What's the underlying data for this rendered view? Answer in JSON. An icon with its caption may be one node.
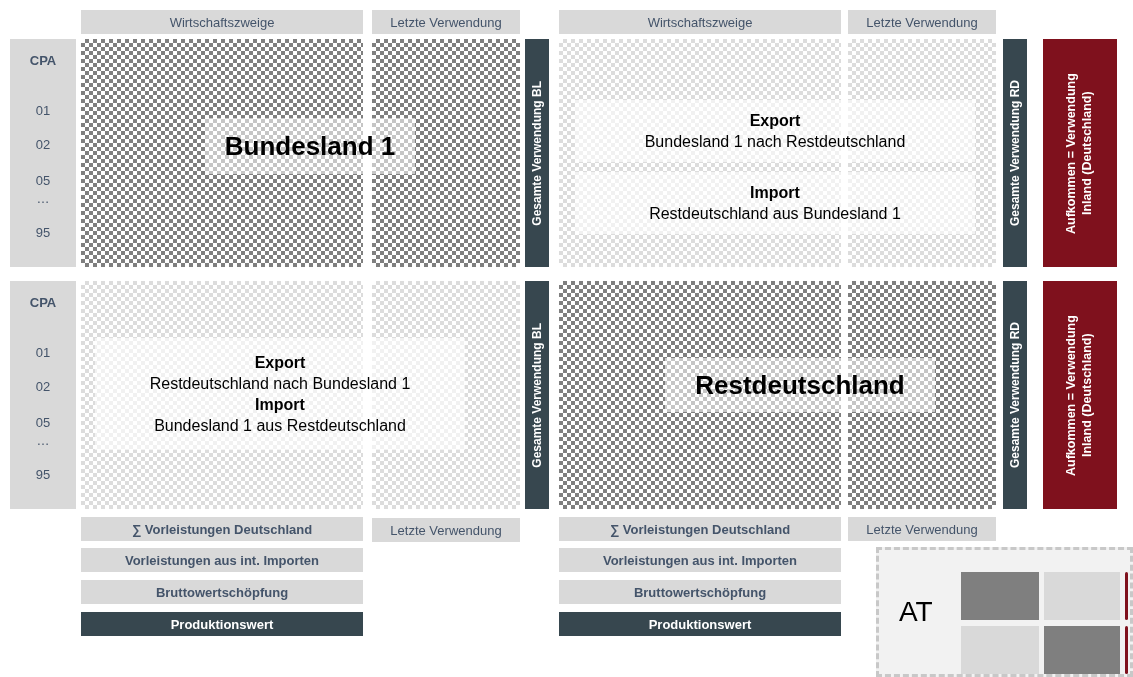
{
  "diagram": {
    "nodes": [
      {
        "text": [
          "Wirtschaftszweige"
        ]
      },
      {
        "text": [
          "Letzte Verwendung"
        ]
      },
      {
        "text": [
          "Wirtschaftszweige"
        ]
      },
      {
        "text": [
          "Letzte Verwendung"
        ]
      },
      {
        "text": [
          "CPA",
          "01",
          "02",
          "05",
          "…",
          "95"
        ]
      },
      {
        "text": [
          "Bundesland 1"
        ]
      },
      {
        "text": [
          "Gesamte Verwendung BL"
        ]
      },
      {
        "text": [
          "Export",
          "Bundesland 1 nach Restdeutschland"
        ]
      },
      {
        "text": [
          "Import",
          "Restdeutschland aus Bundesland 1"
        ]
      },
      {
        "text": [
          "Gesamte Verwendung RD"
        ]
      },
      {
        "text": [
          "Aufkommen = Verwendung Inland (Deutschland)"
        ]
      },
      {
        "text": [
          "CPA",
          "01",
          "02",
          "05",
          "…",
          "95"
        ]
      },
      {
        "text": [
          "Export",
          "Restdeutschland nach Bundesland 1",
          "Import",
          "Bundesland 1 aus Restdeutschland"
        ]
      },
      {
        "text": [
          "Gesamte Verwendung BL"
        ]
      },
      {
        "text": [
          "Restdeutschland"
        ]
      },
      {
        "text": [
          "Gesamte Verwendung RD"
        ]
      },
      {
        "text": [
          "Aufkommen = Verwendung Inland (Deutschland)"
        ]
      },
      {
        "text": [
          "∑ Vorleistungen Deutschland"
        ]
      },
      {
        "text": [
          "Letzte Verwendung"
        ]
      },
      {
        "text": [
          "∑ Vorleistungen Deutschland"
        ]
      },
      {
        "text": [
          "Letzte Verwendung"
        ]
      },
      {
        "text": [
          "Vorleistungen aus int. Importen"
        ]
      },
      {
        "text": [
          "Vorleistungen aus int. Importen"
        ]
      },
      {
        "text": [
          "AT"
        ]
      },
      {
        "text": [],
        "shape": "box",
        "in": 23
      },
      {
        "text": [],
        "shape": "box",
        "in": 23
      },
      {
        "text": [],
        "shape": "box",
        "in": 23
      },
      {
        "text": [],
        "shape": "box",
        "in": 23
      },
      {
        "text": [
          "Bruttowertschöpfung"
        ]
      },
      {
        "text": [
          "Bruttowertschöpfung"
        ]
      },
      {
        "text": [
          "Produktionswert"
        ]
      },
      {
        "text": [
          "Produktionswert"
        ]
      }
    ]
  }
}
